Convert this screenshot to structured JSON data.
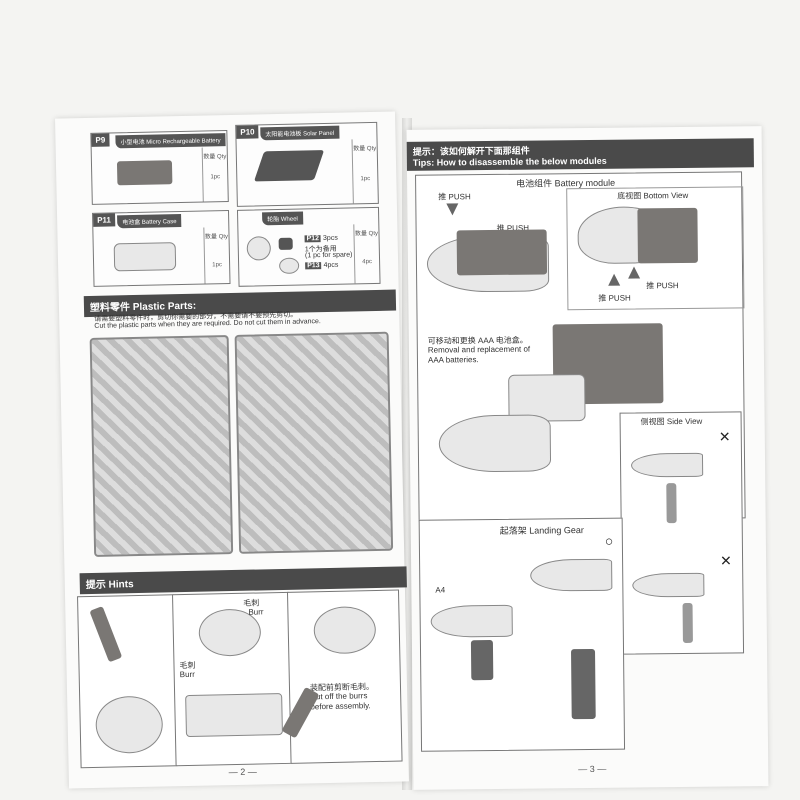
{
  "left_page": {
    "parts": [
      {
        "tag": "P9",
        "name": "小型电池 Micro Rechargeable Battery",
        "qty_header": "数量 Qty",
        "qty": "1pc"
      },
      {
        "tag": "P10",
        "name": "太阳能电池板 Solar Panel",
        "qty_header": "数量 Qty",
        "qty": "1pc"
      },
      {
        "tag": "P11",
        "name": "电池盒 Battery Case",
        "qty_header": "数量 Qty",
        "qty": "1pc"
      },
      {
        "tag": "",
        "name": "轮胎 Wheel",
        "qty_header": "数量 Qty",
        "qty": "4pc"
      }
    ],
    "wheel_parts": [
      {
        "tag": "P12",
        "desc": "3pcs",
        "note": "1个为备用",
        "note2": "(1 pc for spare)"
      },
      {
        "tag": "P13",
        "desc": "4pcs"
      }
    ],
    "plastic_title": "塑料零件 Plastic Parts:",
    "plastic_note_cn": "请需要塑料零件时，剪切你需要的部分，不需要请不要预先剪切。",
    "plastic_note_en": "Cut the plastic parts when they are required. Do not cut them in advance.",
    "hints_title": "提示 Hints",
    "burr_cn": "毛刺",
    "burr_en": "Burr",
    "cut_note_cn": "装配前剪断毛刺。",
    "cut_note_en1": "Cut off the burrs",
    "cut_note_en2": "before assembly.",
    "page_number": "2"
  },
  "right_page": {
    "header_cn": "提示：该如何解开下面那组件",
    "header_en": "Tips: How to disassemble the below modules",
    "battery_module": "电池组件  Battery module",
    "bottom_view": "底视图  Bottom View",
    "push_cn": "推",
    "push_en": "PUSH",
    "removal_cn": "可移动和更换 AAA 电池盒。",
    "removal_en1": "Removal and replacement of",
    "removal_en2": "AAA batteries.",
    "side_view": "侧视图  Side View",
    "landing_gear": "起落架  Landing Gear",
    "a4_label": "A4",
    "mark_ok": "○",
    "mark_bad": "✕",
    "page_number": "3"
  }
}
